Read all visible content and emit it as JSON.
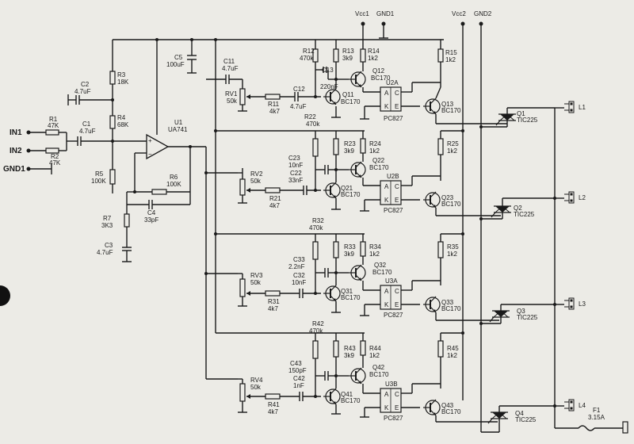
{
  "io": {
    "in1": "IN1",
    "in2": "IN2",
    "gnd1_in": "GND1",
    "vcc1": "Vcc1",
    "gnd1_top": "GND1",
    "vcc2": "Vcc2",
    "gnd2": "GND2",
    "l1": "L1",
    "l2": "L2",
    "l3": "L3",
    "l4": "L4"
  },
  "parts": {
    "r1": [
      "R1",
      "47K"
    ],
    "r2": [
      "R2",
      "47K"
    ],
    "c1": [
      "C1",
      "4.7uF"
    ],
    "c2": [
      "C2",
      "4.7uF"
    ],
    "r3": [
      "R3",
      "18K"
    ],
    "r4": [
      "R4",
      "68K"
    ],
    "r5": [
      "R5",
      "100K"
    ],
    "r6": [
      "R6",
      "100K"
    ],
    "r7": [
      "R7",
      "3K3"
    ],
    "c3": [
      "C3",
      "4.7uF"
    ],
    "c4": [
      "C4",
      "33pF"
    ],
    "c5": [
      "C5",
      "100uF"
    ],
    "u1": [
      "U1",
      "UA741"
    ],
    "c11": [
      "C11",
      "4.7uF"
    ],
    "rv1": [
      "RV1",
      "50k"
    ],
    "rv2": [
      "RV2",
      "50k"
    ],
    "rv3": [
      "RV3",
      "50k"
    ],
    "rv4": [
      "RV4",
      "50k"
    ],
    "r11": [
      "R11",
      "4k7"
    ],
    "r21": [
      "R21",
      "4k7"
    ],
    "r31": [
      "R31",
      "4k7"
    ],
    "r41": [
      "R41",
      "4k7"
    ],
    "c12": [
      "C12",
      "4.7uF"
    ],
    "c22": [
      "C22",
      "33nF"
    ],
    "c32": [
      "C32",
      "10nF"
    ],
    "c42": [
      "C42",
      "1nF"
    ],
    "c13": [
      "C13",
      "220nF"
    ],
    "c23": [
      "C23",
      "10nF"
    ],
    "c33": [
      "C33",
      "2.2nF"
    ],
    "c43": [
      "C43",
      "150pF"
    ],
    "r12": [
      "R12",
      "470k"
    ],
    "r22": [
      "R22",
      "470k"
    ],
    "r32": [
      "R32",
      "470k"
    ],
    "r42": [
      "R42",
      "470k"
    ],
    "r13": [
      "R13",
      "3k9"
    ],
    "r23": [
      "R23",
      "3k9"
    ],
    "r33": [
      "R33",
      "3k9"
    ],
    "r43": [
      "R43",
      "3k9"
    ],
    "r14": [
      "R14",
      "1k2"
    ],
    "r24": [
      "R24",
      "1k2"
    ],
    "r34": [
      "R34",
      "1k2"
    ],
    "r44": [
      "R44",
      "1k2"
    ],
    "r15": [
      "R15",
      "1k2"
    ],
    "r25": [
      "R25",
      "1k2"
    ],
    "r35": [
      "R35",
      "1k2"
    ],
    "r45": [
      "R45",
      "1k2"
    ],
    "q11": [
      "Q11",
      "BC170"
    ],
    "q12": [
      "Q12",
      "BC170"
    ],
    "q13": [
      "Q13",
      "BC170"
    ],
    "q21": [
      "Q21",
      "BC170"
    ],
    "q22": [
      "Q22",
      "BC170"
    ],
    "q23": [
      "Q23",
      "BC170"
    ],
    "q31": [
      "Q31",
      "BC170"
    ],
    "q32": [
      "Q32",
      "BC170"
    ],
    "q33": [
      "Q33",
      "BC170"
    ],
    "q41": [
      "Q41",
      "BC170"
    ],
    "q42": [
      "Q42",
      "BC170"
    ],
    "q43": [
      "Q43",
      "BC170"
    ],
    "u2a": [
      "U2A",
      "PC827"
    ],
    "u2b": [
      "U2B",
      "PC827"
    ],
    "u3a": [
      "U3A",
      "PC827"
    ],
    "u3b": [
      "U3B",
      "PC827"
    ],
    "opto_pins": [
      "A",
      "C",
      "K",
      "E"
    ],
    "t1": [
      "Q1",
      "TIC225"
    ],
    "t2": [
      "Q2",
      "TIC225"
    ],
    "t3": [
      "Q3",
      "TIC225"
    ],
    "t4": [
      "Q4",
      "TIC225"
    ],
    "f1": [
      "F1",
      "3.15A"
    ]
  }
}
